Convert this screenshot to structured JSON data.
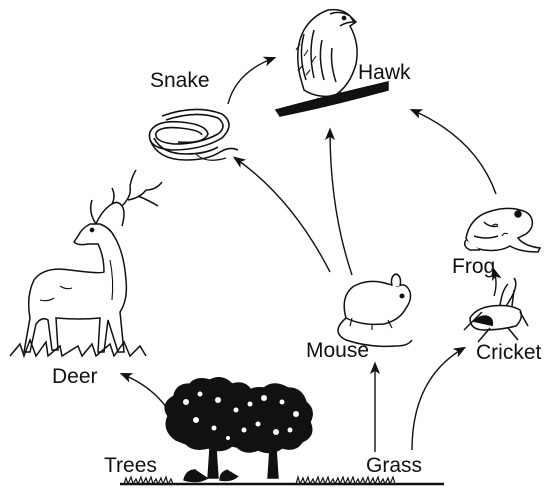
{
  "diagram": {
    "organisms": {
      "snake": "Snake",
      "hawk": "Hawk",
      "frog": "Frog",
      "deer": "Deer",
      "mouse": "Mouse",
      "cricket": "Cricket",
      "trees": "Trees",
      "grass": "Grass"
    },
    "flows": [
      {
        "from": "Trees",
        "to": "Deer"
      },
      {
        "from": "Grass",
        "to": "Mouse"
      },
      {
        "from": "Grass",
        "to": "Cricket"
      },
      {
        "from": "Cricket",
        "to": "Frog"
      },
      {
        "from": "Mouse",
        "to": "Snake"
      },
      {
        "from": "Mouse",
        "to": "Hawk"
      },
      {
        "from": "Frog",
        "to": "Hawk"
      },
      {
        "from": "Snake",
        "to": "Hawk"
      }
    ]
  }
}
